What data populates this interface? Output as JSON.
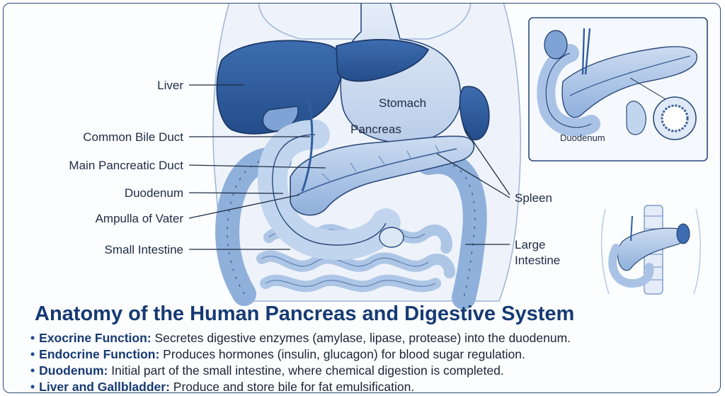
{
  "title": "Anatomy of the Human Pancreas and Digestive System",
  "labels": {
    "liver": "Liver",
    "common_bile_duct": "Common Bile Duct",
    "main_pancreatic_duct": "Main Pancreatic Duct",
    "duodenum": "Duodenum",
    "ampulla": "Ampulla of Vater",
    "small_intestine": "Small Intestine",
    "stomach": "Stomach",
    "pancreas": "Pancreas",
    "spleen": "Spleen",
    "large_intestine_1": "Large",
    "large_intestine_2": "Intestine",
    "inset_duodenum": "Duodenum"
  },
  "facts": [
    {
      "bullet": "•",
      "term": "Exocrine Function:",
      "text": " Secretes digestive enzymes (amylase, lipase, protease) into the duodenum."
    },
    {
      "bullet": "•",
      "term": "Endocrine Function:",
      "text": " Produces hormones (insulin, glucagon) for blood sugar regulation."
    },
    {
      "bullet": "•",
      "term": "Duodenum:",
      "text": " Initial part of the small intestine, where chemical digestion is completed."
    },
    {
      "bullet": "•",
      "term": "Liver and Gallbladder:",
      "text": " Produce and store bile for fat emulsification."
    }
  ],
  "colors": {
    "organ_dark": "#2f5e9e",
    "organ_light": "#c9daf0",
    "outline": "#2b4a7a",
    "title": "#163a73"
  }
}
